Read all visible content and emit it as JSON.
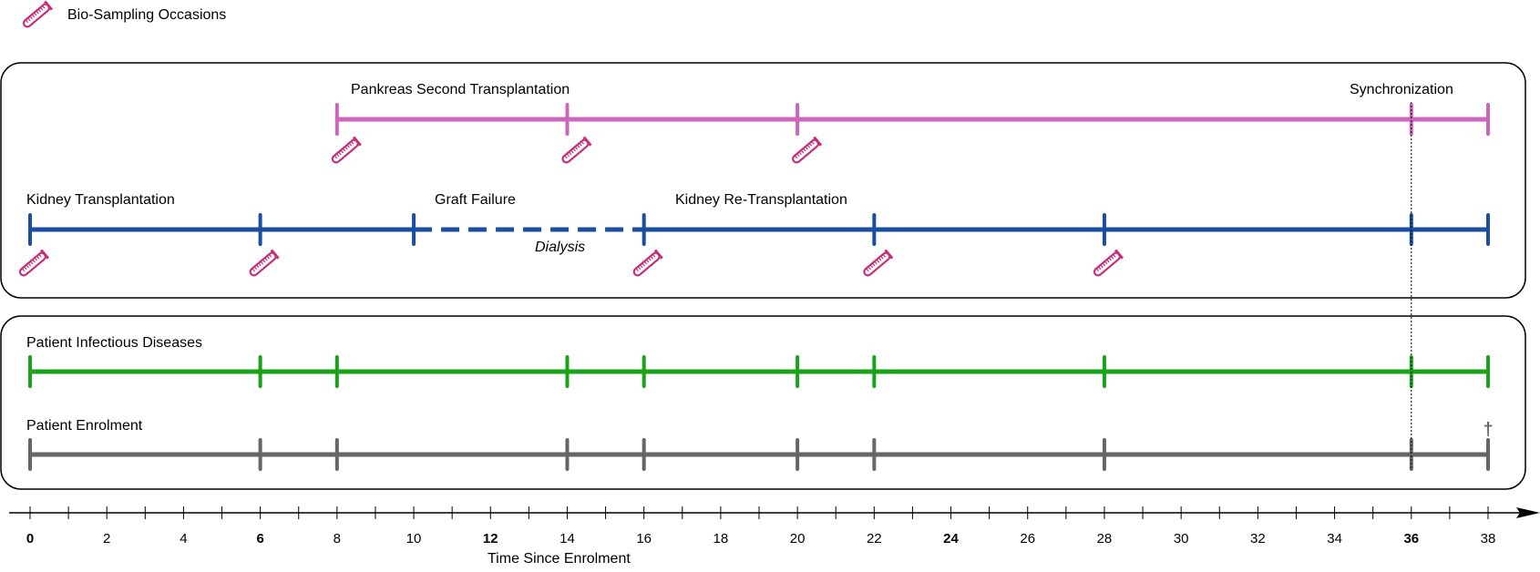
{
  "legend": {
    "label": "Bio-Sampling Occasions",
    "icon": "test-tube-icon"
  },
  "colors": {
    "pancreas": "#cc66bb",
    "kidney": "#1a4fa0",
    "infectious": "#19a319",
    "enrolment": "#666666",
    "sample_icon": "#c62e7a",
    "frame": "#000000"
  },
  "timeline": {
    "axis_label": "Time Since Enrolment",
    "ticks": [
      0,
      2,
      4,
      6,
      8,
      10,
      12,
      14,
      16,
      18,
      20,
      22,
      24,
      26,
      28,
      30,
      32,
      34,
      36,
      38
    ],
    "bold_ticks": [
      0,
      6,
      12,
      24,
      36
    ],
    "range": [
      0,
      38
    ],
    "minor_step": 1
  },
  "tracks": {
    "pancreas": {
      "label": "Pankreas Second Transplantation",
      "start": 8,
      "end": 38,
      "marks": [
        8,
        14,
        20,
        36,
        38
      ],
      "samples": [
        8,
        14,
        20
      ]
    },
    "kidney": {
      "label": "Kidney Transplantation",
      "segments": [
        {
          "start": 0,
          "end": 10,
          "style": "solid"
        },
        {
          "start": 10,
          "end": 16,
          "style": "dashed"
        },
        {
          "start": 16,
          "end": 38,
          "style": "solid"
        }
      ],
      "marks": [
        0,
        6,
        10,
        16,
        22,
        28,
        36,
        38
      ],
      "samples": [
        0,
        6,
        16,
        22,
        28
      ],
      "graft_failure_label": "Graft Failure",
      "graft_failure_at": 10,
      "dialysis_label": "Dialysis",
      "retransplant_label": "Kidney Re-Transplantation",
      "retransplant_at": 16
    },
    "infectious": {
      "label": "Patient Infectious Diseases",
      "start": 0,
      "end": 38,
      "marks": [
        0,
        6,
        8,
        14,
        16,
        20,
        22,
        28,
        36,
        38
      ]
    },
    "enrolment": {
      "label": "Patient Enrolment",
      "start": 0,
      "end": 38,
      "marks": [
        0,
        6,
        8,
        14,
        16,
        20,
        22,
        28,
        36,
        38
      ],
      "death_symbol": "†",
      "death_at": 38
    }
  },
  "synchronization": {
    "label": "Synchronization",
    "at": 36
  }
}
